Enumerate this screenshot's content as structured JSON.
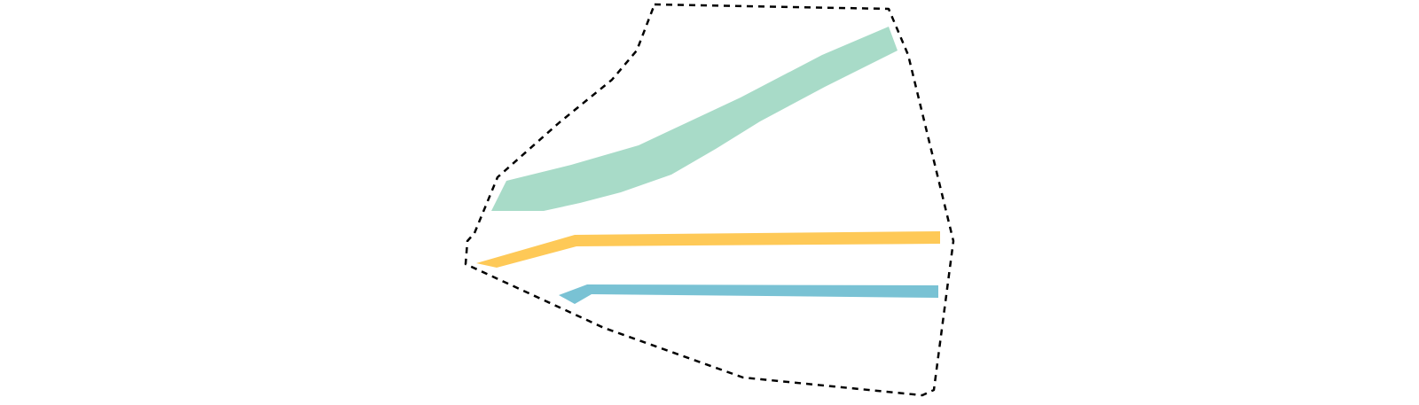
{
  "diagram": {
    "boundary": {
      "style": "dashed",
      "color": "#000000"
    },
    "bands": [
      {
        "id": "green",
        "color": "#a8dbc8"
      },
      {
        "id": "yellow",
        "color": "#fec957"
      },
      {
        "id": "blue",
        "color": "#79c2d4"
      }
    ]
  }
}
